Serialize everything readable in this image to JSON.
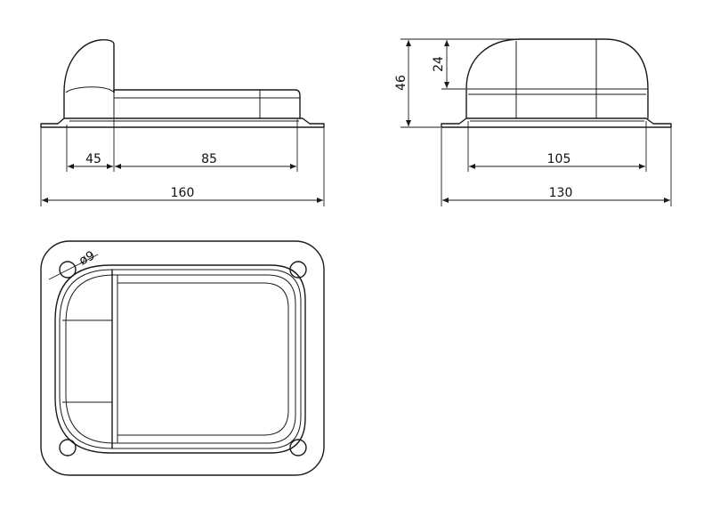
{
  "dimensions": {
    "side": {
      "flange_width": "45",
      "body_length": "85",
      "overall_length": "160"
    },
    "end": {
      "total_height": "46",
      "dome_height": "24",
      "body_width": "105",
      "overall_width": "130"
    },
    "plan": {
      "hole_diameter": "ø9"
    }
  },
  "colors": {
    "line": "#1a1a1a",
    "background": "#ffffff"
  }
}
